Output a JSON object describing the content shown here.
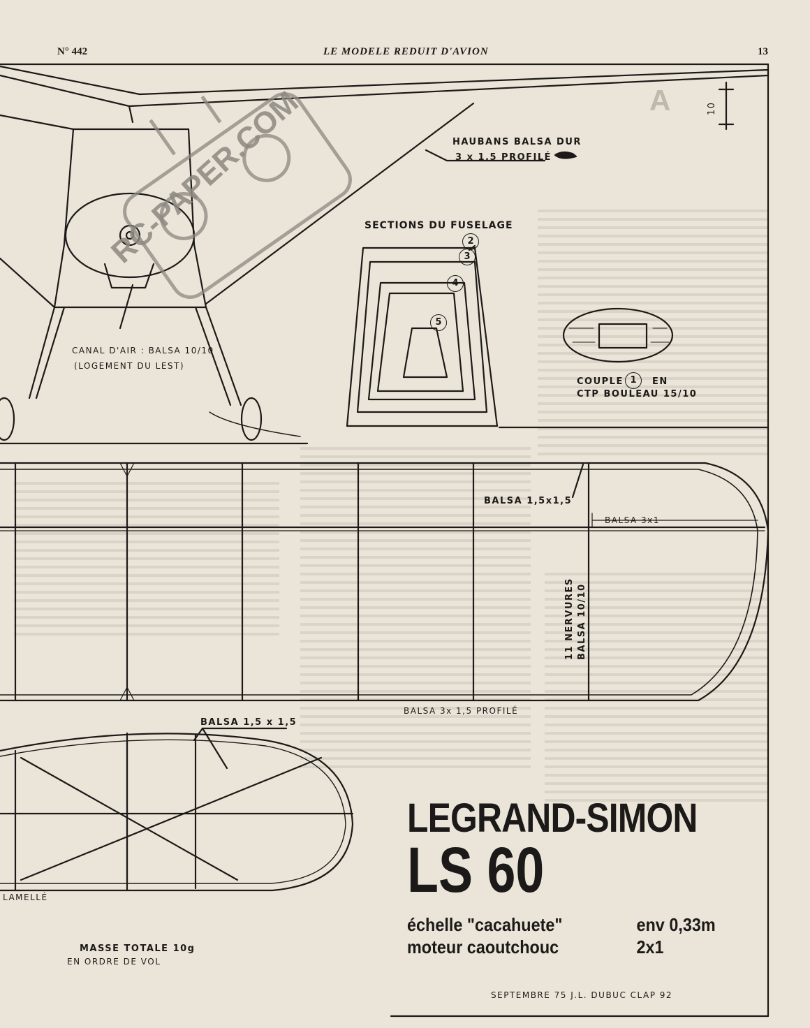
{
  "header": {
    "issue": "N° 442",
    "magazine": "LE MODELE REDUIT D'AVION",
    "page": "13"
  },
  "labels": {
    "haubans_1": "HAUBANS BALSA DUR",
    "haubans_2": "3 x 1.5 PROFILÉ",
    "dim_10": "10",
    "sections_title": "SECTIONS DU FUSELAGE",
    "canal_1": "CANAL D'AIR : BALSA 10/10",
    "canal_2": "(LOGEMENT DU LEST)",
    "couple_pre": "COUPLE",
    "couple_num": "1",
    "couple_post": "EN",
    "couple_2": "CTP BOULEAU 15/10",
    "balsa_15_a": "BALSA 1,5x1,5",
    "balsa_3x1": "BALSA 3x1",
    "nervures_1": "11 NERVURES",
    "nervures_2": "BALSA 10/10",
    "balsa_profile": "BALSA 3x 1,5 PROFILÉ",
    "balsa_15_b": "BALSA 1,5 x 1,5",
    "lamelle": "LAMELLÉ",
    "masse_1": "MASSE TOTALE 10g",
    "masse_2": "EN ORDRE DE VOL"
  },
  "sections": [
    "2",
    "3",
    "4",
    "5"
  ],
  "title_block": {
    "name": "LEGRAND-SIMON",
    "model": "LS 60",
    "line1_left": "échelle \"cacahuete\"",
    "line1_right": "env 0,33m",
    "line2_left": "moteur caoutchouc",
    "line2_right": "2x1",
    "credits": "SEPTEMBRE 75   J.L. DUBUC   CLAP 92"
  },
  "watermark": "RC-PAPER.COM",
  "colors": {
    "paper": "#ebe5d9",
    "ink": "#1c1a18",
    "ghost": "#b7b1a6",
    "stamp": "#8d8880"
  }
}
